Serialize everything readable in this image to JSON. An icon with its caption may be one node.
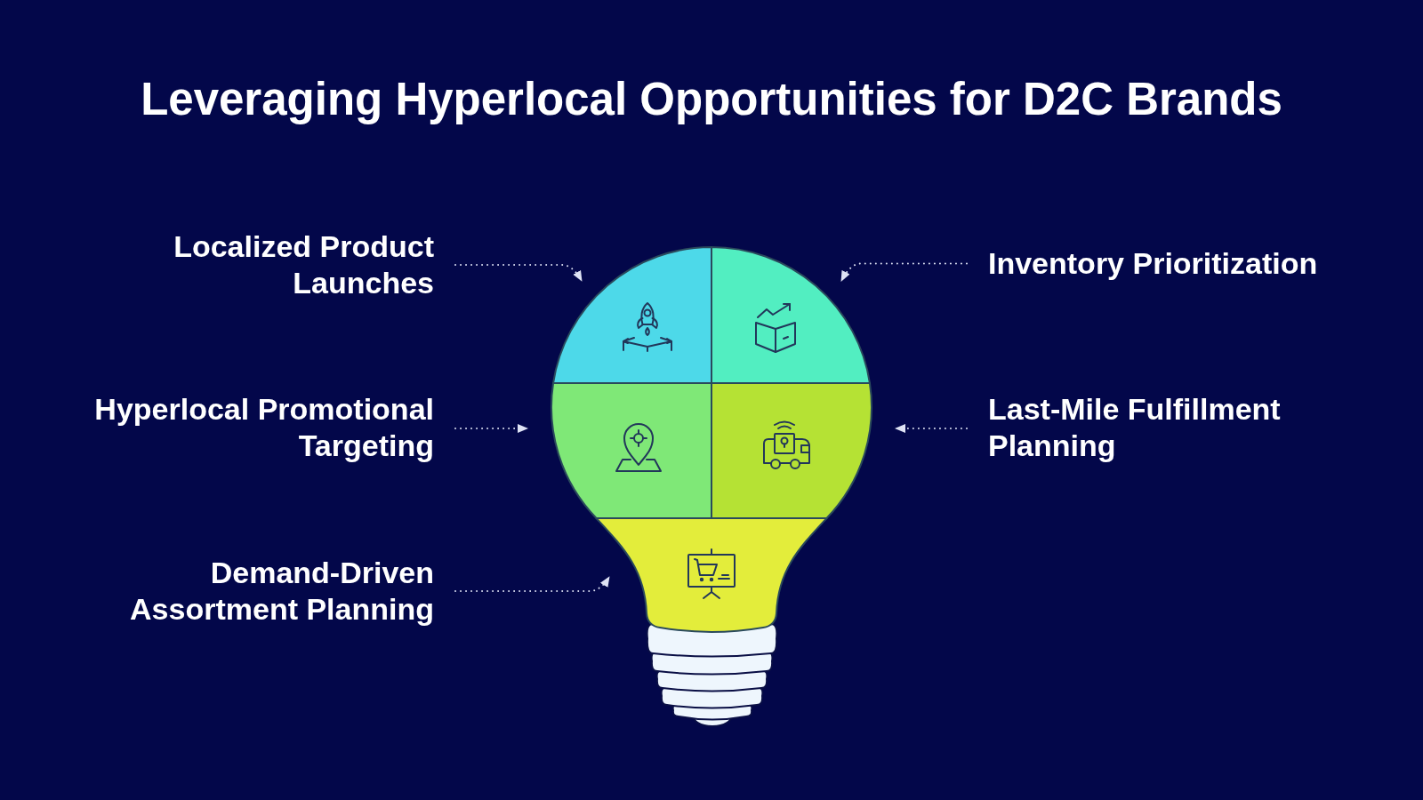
{
  "diagram": {
    "title": "Leveraging Hyperlocal Opportunities for D2C Brands",
    "nodes": [
      {
        "text": [
          "Localized Product Launches"
        ]
      },
      {
        "text": [],
        "shape": "segment"
      },
      {
        "text": [],
        "shape": "segment"
      },
      {
        "text": [
          "Inventory Prioritization"
        ]
      },
      {
        "text": [
          "Hyperlocal Promotional Targeting"
        ]
      },
      {
        "text": [],
        "shape": "segment"
      },
      {
        "text": [],
        "shape": "segment"
      },
      {
        "text": [
          "Last-Mile Fulfillment Planning"
        ]
      },
      {
        "text": [
          "Demand-Driven Assortment Planning"
        ]
      },
      {
        "text": [],
        "shape": "segment"
      }
    ],
    "edges": [
      {
        "from": 0,
        "to": 1,
        "arrow": "to",
        "style": "dashed"
      },
      {
        "from": 3,
        "to": 2,
        "arrow": "to",
        "style": "dashed"
      },
      {
        "from": 4,
        "to": 5,
        "arrow": "to",
        "style": "dashed"
      },
      {
        "from": 7,
        "to": 6,
        "arrow": "to",
        "style": "dashed"
      },
      {
        "from": 8,
        "to": 9,
        "arrow": "to",
        "style": "dashed"
      }
    ]
  }
}
